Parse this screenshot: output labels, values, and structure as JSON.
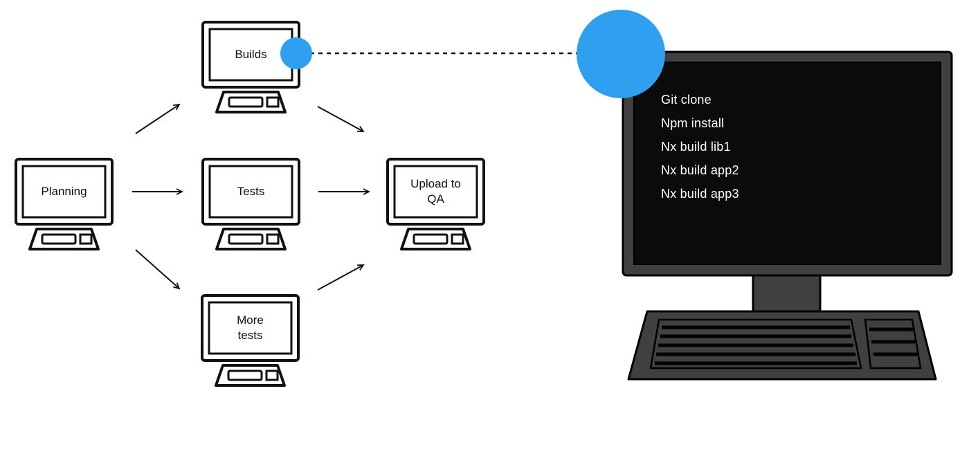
{
  "diagram": {
    "nodes": [
      {
        "id": "planning",
        "label": "Planning"
      },
      {
        "id": "builds",
        "label": "Builds"
      },
      {
        "id": "tests",
        "label": "Tests"
      },
      {
        "id": "more-tests",
        "label": "More tests"
      },
      {
        "id": "upload-qa",
        "label": "Upload to QA"
      }
    ],
    "edges": [
      {
        "from": "planning",
        "to": "builds"
      },
      {
        "from": "planning",
        "to": "tests"
      },
      {
        "from": "planning",
        "to": "more-tests"
      },
      {
        "from": "builds",
        "to": "upload-qa"
      },
      {
        "from": "tests",
        "to": "upload-qa"
      },
      {
        "from": "more-tests",
        "to": "upload-qa"
      }
    ]
  },
  "terminal": {
    "lines": [
      "Git clone",
      "Npm install",
      "Nx build lib1",
      "Nx build app2",
      "Nx build app3"
    ]
  },
  "colors": {
    "highlight_blue": "#2f9ff0",
    "line_black": "#111111",
    "monitor_frame": "#404040",
    "screen_black": "#0b0b0b",
    "background": "#ffffff"
  }
}
